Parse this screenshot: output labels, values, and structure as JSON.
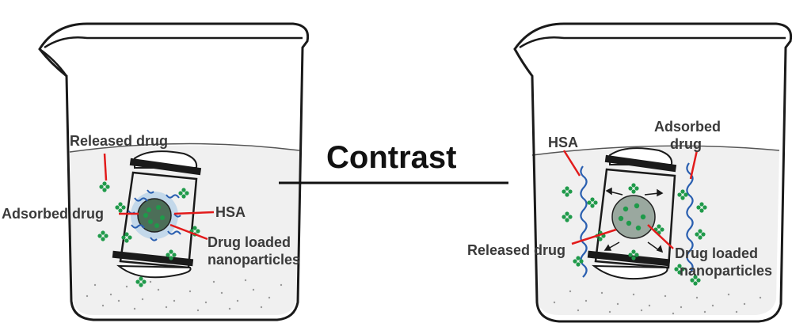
{
  "center": {
    "title": "Contrast"
  },
  "left_beaker": {
    "labels": {
      "released_drug": "Released drug",
      "adsorbed_drug": "Adsorbed drug",
      "hsa": "HSA",
      "drug_loaded_line1": "Drug loaded",
      "drug_loaded_line2": "nanoparticles"
    }
  },
  "right_beaker": {
    "labels": {
      "hsa": "HSA",
      "adsorbed_line1": "Adsorbed",
      "adsorbed_line2": "drug",
      "released_drug": "Released drug",
      "drug_loaded_line1": "Drug loaded",
      "drug_loaded_line2": "nanoparticles"
    }
  },
  "colors": {
    "drug_green": "#1f9a4a",
    "hsa_blue": "#2a5fb0",
    "leader_red": "#e21b1b",
    "liquid": "#f0f0f0",
    "outline": "#1a1a1a"
  }
}
